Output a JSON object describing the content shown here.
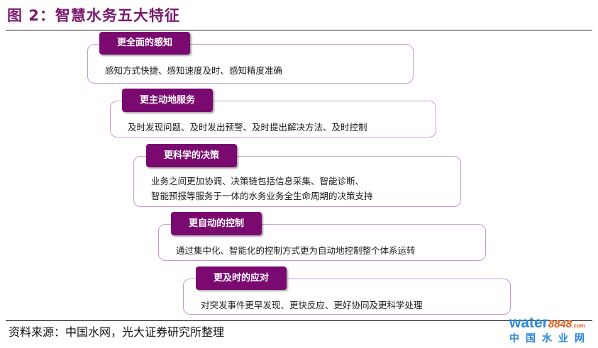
{
  "title": "图 2：智慧水务五大特征",
  "features": [
    {
      "tag": "更全面的感知",
      "lines": [
        "感知方式快捷、感知速度及时、感知精度准确"
      ]
    },
    {
      "tag": "更主动地服务",
      "lines": [
        "及时发现问题、及时发出预警、及时提出解决方法、及时控制"
      ]
    },
    {
      "tag": "更科学的决策",
      "lines": [
        "业务之间更加协调、决策链包括信息采集、智能诊断、",
        "智能预报等服务于一体的水务业务全生命周期的决策支持"
      ]
    },
    {
      "tag": "更自动的控制",
      "lines": [
        "通过集中化、智能化的控制方式更为自动地控制整个体系运转"
      ]
    },
    {
      "tag": "更及时的应对",
      "lines": [
        "对突发事件更早发现、更快反应、更好协同及更科学处理"
      ]
    }
  ],
  "source": "资料来源：中国水网，光大证券研究所整理",
  "logo": {
    "brand_a": "water",
    "brand_b": "8848",
    "brand_c": ".com",
    "cn": "中国水业网"
  },
  "colors": {
    "accent": "#7a0a6f",
    "box_border": "#c79ad0",
    "title": "#7b1a6f"
  }
}
